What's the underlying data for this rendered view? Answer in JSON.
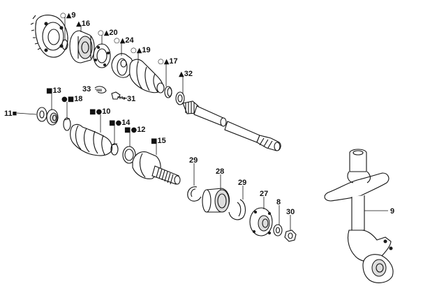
{
  "callouts": [
    {
      "id": "9-top",
      "prefix": "○▲",
      "number": "9"
    },
    {
      "id": "16",
      "prefix": "▲",
      "number": "16"
    },
    {
      "id": "20",
      "prefix": "○▲",
      "number": "20"
    },
    {
      "id": "24",
      "prefix": "○▲",
      "number": "24"
    },
    {
      "id": "19",
      "prefix": "○▲",
      "number": "19"
    },
    {
      "id": "17",
      "prefix": "○▲",
      "number": "17"
    },
    {
      "id": "32",
      "prefix": "▲",
      "number": "32"
    },
    {
      "id": "13",
      "prefix": "■",
      "number": "13"
    },
    {
      "id": "33",
      "prefix": "",
      "number": "33"
    },
    {
      "id": "31",
      "prefix": "",
      "number": "31"
    },
    {
      "id": "11",
      "prefix": "",
      "number": "11■"
    },
    {
      "id": "18",
      "prefix": "●■",
      "number": "18"
    },
    {
      "id": "10",
      "prefix": "■●",
      "number": "10"
    },
    {
      "id": "14",
      "prefix": "■●",
      "number": "14"
    },
    {
      "id": "12",
      "prefix": "■●",
      "number": "12"
    },
    {
      "id": "15",
      "prefix": "■",
      "number": "15"
    },
    {
      "id": "29-left",
      "prefix": "",
      "number": "29"
    },
    {
      "id": "28",
      "prefix": "",
      "number": "28"
    },
    {
      "id": "29-right",
      "prefix": "",
      "number": "29"
    },
    {
      "id": "27",
      "prefix": "",
      "number": "27"
    },
    {
      "id": "8",
      "prefix": "",
      "number": "8"
    },
    {
      "id": "30",
      "prefix": "",
      "number": "30"
    },
    {
      "id": "9-strut",
      "prefix": "",
      "number": "9"
    }
  ]
}
